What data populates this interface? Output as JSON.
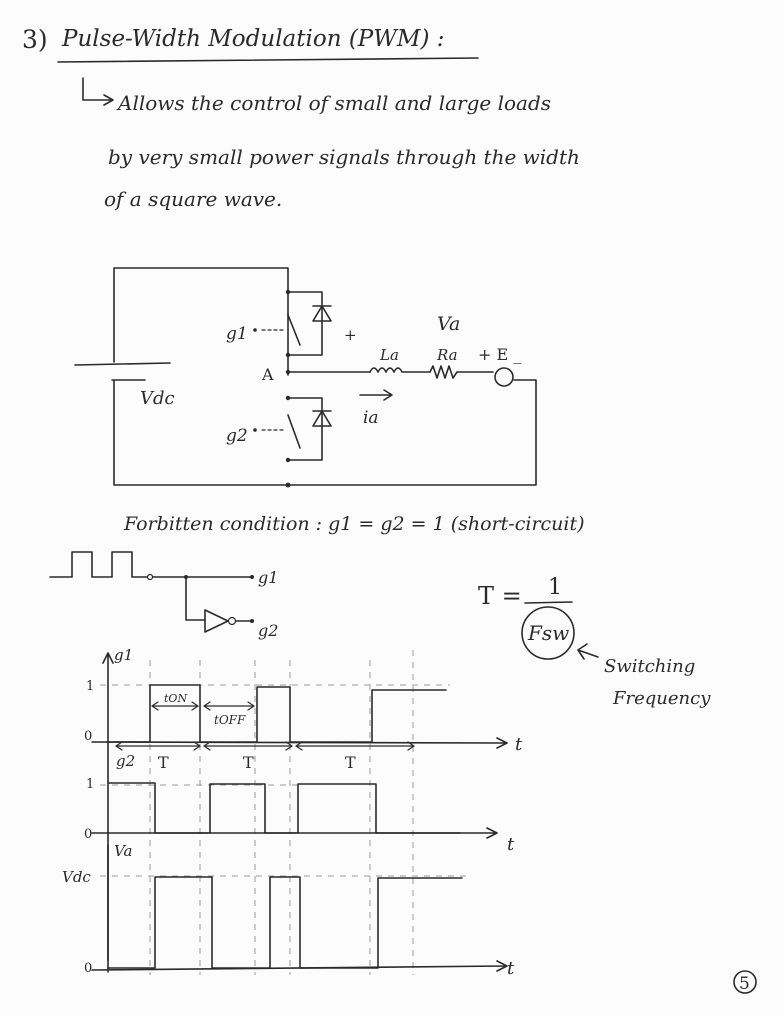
{
  "heading": {
    "number": "3)",
    "title": "Pulse-Width Modulation (PWM) :"
  },
  "description": {
    "line1": "Allows the control of small and large loads",
    "line2": "by very small power signals through the width",
    "line3": "of a square wave."
  },
  "circuit": {
    "vdc_label": "Vdc",
    "g1_label": "g1",
    "g2_label": "g2",
    "node_label": "A",
    "plus_sign": "+",
    "va_label": "Va",
    "la_label": "La",
    "ra_label": "Ra",
    "e_label": "+ E _",
    "ia_label": "ia"
  },
  "forbidden_condition": "Forbitten condition : g1 = g2 = 1 (short-circuit)",
  "inverter": {
    "g1_out": "g1",
    "g2_out": "g2"
  },
  "period_formula": {
    "lhs": "T =",
    "numerator": "1",
    "denominator": "Fsw",
    "note_line1": "Switching",
    "note_line2": "Frequency"
  },
  "waveforms": {
    "g1_axis": "g1",
    "g2_axis": "g2",
    "va_axis": "Va",
    "tick_one_a": "1",
    "tick_zero_a": "0",
    "tick_one_b": "1",
    "tick_zero_b": "0",
    "tick_vdc": "Vdc",
    "tick_zero_c": "0",
    "time_label_a": "t",
    "time_label_b": "t",
    "time_label_c": "t",
    "t_on": "tON",
    "t_off": "tOFF",
    "period_1": "T",
    "period_2": "T",
    "period_3": "T"
  },
  "page_number": "5"
}
